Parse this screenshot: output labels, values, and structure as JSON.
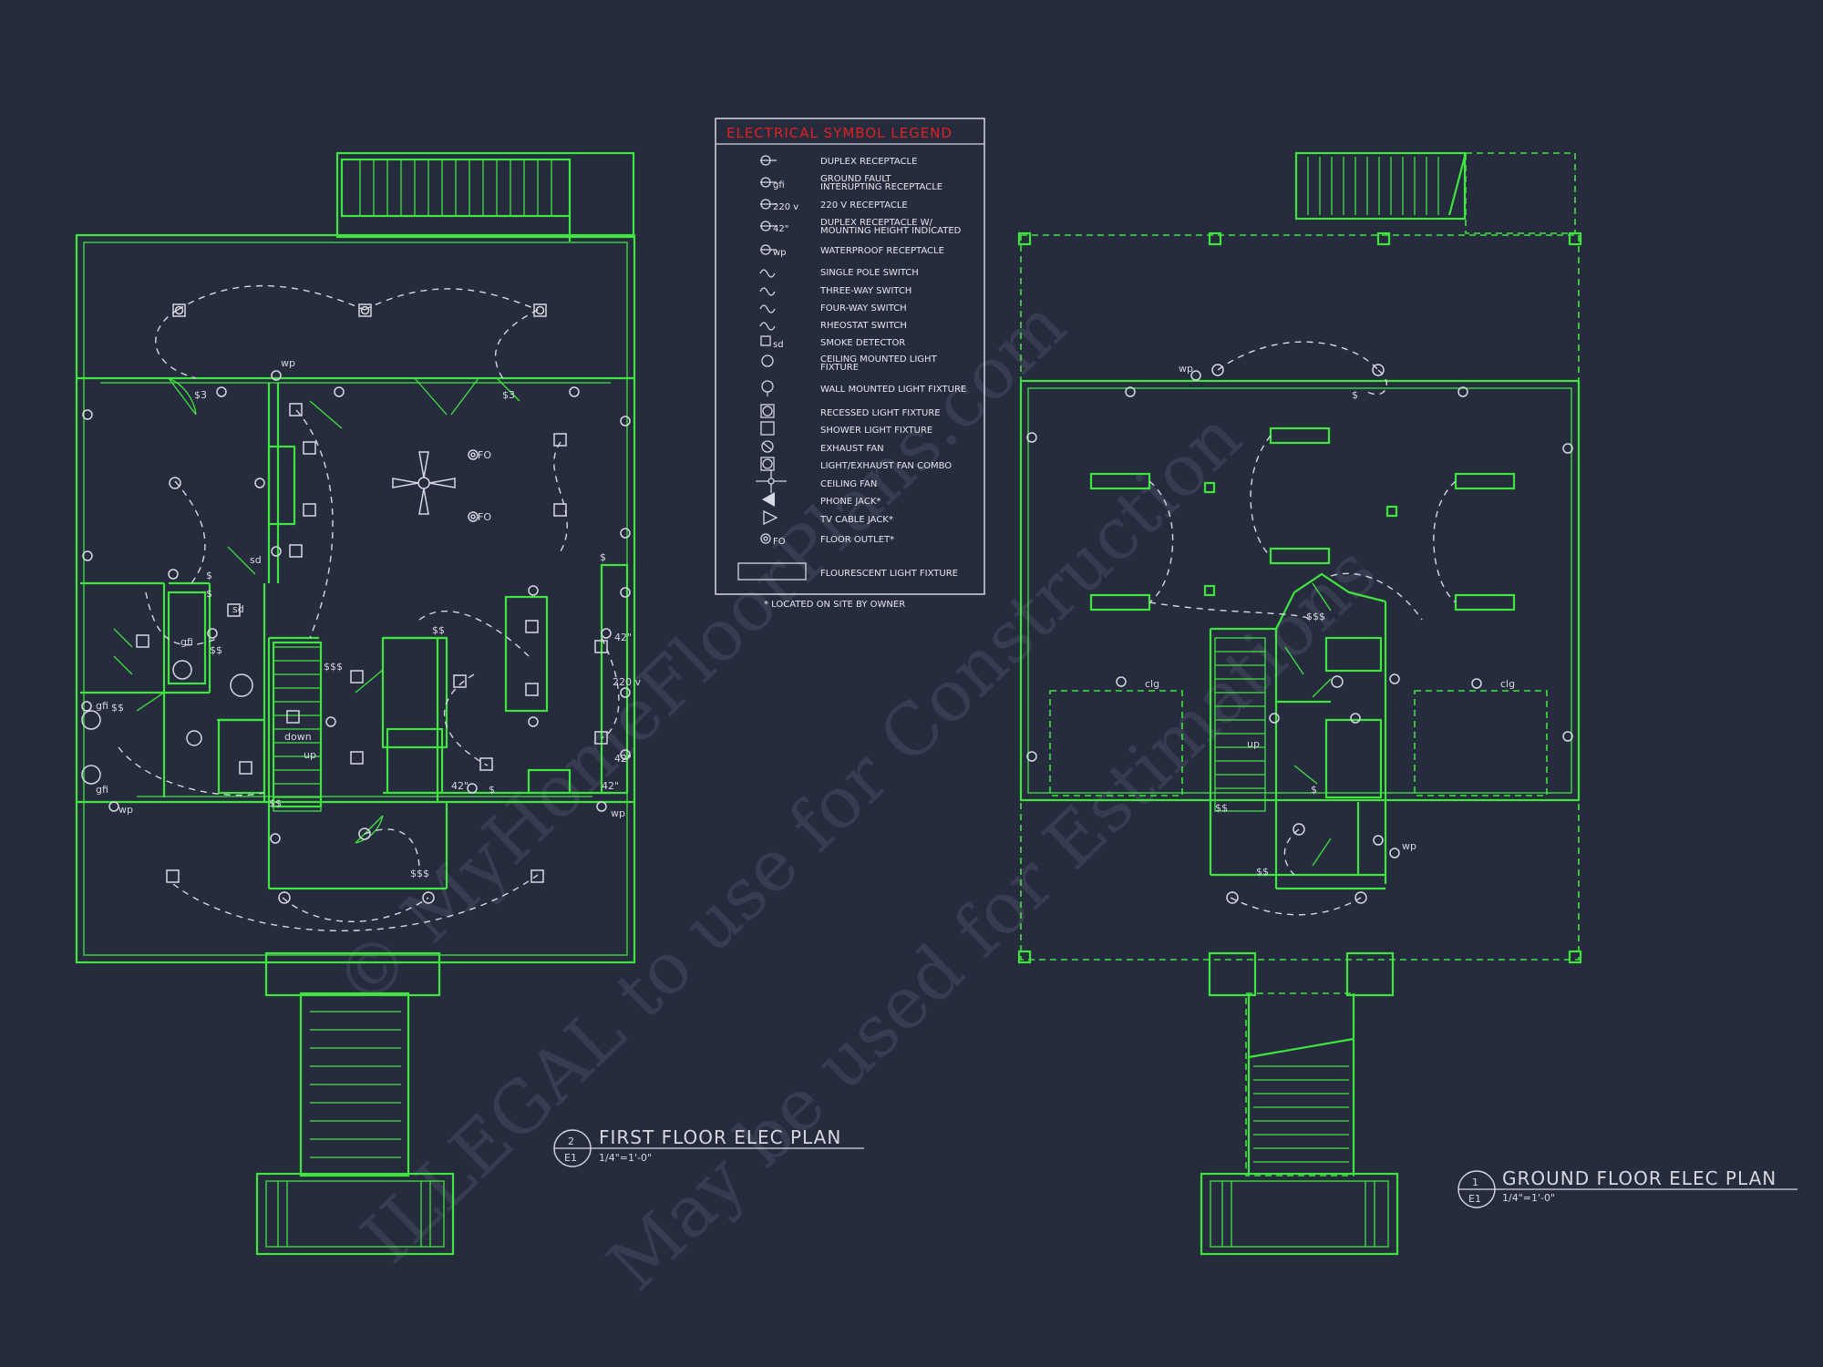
{
  "legend": {
    "title": "ELECTRICAL SYMBOL LEGEND",
    "items": [
      {
        "icon": "duplex-receptacle-icon",
        "label": "DUPLEX RECEPTACLE"
      },
      {
        "icon": "gfi-receptacle-icon",
        "sub": "gfi",
        "label": "GROUND FAULT INTERUPTING RECEPTACLE"
      },
      {
        "icon": "receptacle-220v-icon",
        "sub": "220 v",
        "label": "220 V RECEPTACLE"
      },
      {
        "icon": "receptacle-height-icon",
        "sub": "42\"",
        "label": "DUPLEX RECEPTACLE W/ MOUNTING HEIGHT INDICATED"
      },
      {
        "icon": "waterproof-receptacle-icon",
        "sub": "wp",
        "label": "WATERPROOF RECEPTACLE"
      },
      {
        "icon": "single-pole-switch-icon",
        "label": "SINGLE POLE SWITCH"
      },
      {
        "icon": "three-way-switch-icon",
        "label": "THREE-WAY SWITCH"
      },
      {
        "icon": "four-way-switch-icon",
        "label": "FOUR-WAY SWITCH"
      },
      {
        "icon": "rheostat-switch-icon",
        "label": "RHEOSTAT SWITCH"
      },
      {
        "icon": "smoke-detector-icon",
        "sub": "sd",
        "label": "SMOKE DETECTOR"
      },
      {
        "icon": "ceiling-light-icon",
        "label": "CEILING MOUNTED LIGHT FIXTURE"
      },
      {
        "icon": "wall-light-icon",
        "label": "WALL MOUNTED LIGHT FIXTURE"
      },
      {
        "icon": "recessed-light-icon",
        "label": "RECESSED LIGHT FIXTURE"
      },
      {
        "icon": "shower-light-icon",
        "label": "SHOWER LIGHT FIXTURE"
      },
      {
        "icon": "exhaust-fan-icon",
        "label": "EXHAUST FAN"
      },
      {
        "icon": "light-exhaust-combo-icon",
        "label": "LIGHT/EXHAUST FAN COMBO"
      },
      {
        "icon": "ceiling-fan-icon",
        "label": "CEILING FAN"
      },
      {
        "icon": "phone-jack-icon",
        "label": "PHONE JACK*"
      },
      {
        "icon": "tv-jack-icon",
        "label": "TV CABLE JACK*"
      },
      {
        "icon": "floor-outlet-icon",
        "sub": "FO",
        "label": "FLOOR OUTLET*"
      },
      {
        "icon": "fluorescent-light-icon",
        "label": "FLOURESCENT LIGHT FIXTURE"
      }
    ],
    "footnote": "* LOCATED ON SITE BY OWNER"
  },
  "plans": [
    {
      "id": "first",
      "number": "2",
      "sheet": "E1",
      "title": "FIRST FLOOR ELEC PLAN",
      "scale": "1/4\"=1'-0\""
    },
    {
      "id": "ground",
      "number": "1",
      "sheet": "E1",
      "title": "GROUND FLOOR ELEC PLAN",
      "scale": "1/4\"=1'-0\""
    }
  ],
  "first_floor_labels": {
    "wp": "wp",
    "sd": "sd",
    "fo": "FO",
    "down": "down",
    "up": "up",
    "gfi": "gfi",
    "in42": "42\"",
    "v220": "220 v",
    "s3": "$3",
    "s": "$",
    "ss": "$$",
    "sss": "$$$"
  },
  "ground_floor_labels": {
    "wp": "wp",
    "clg": "clg",
    "up": "up",
    "s": "$",
    "ss": "$$",
    "sss": "$$$"
  },
  "watermark": {
    "line1": "© MyHomeFloorPlans.com",
    "line2": "ILLEGAL to use for Construction",
    "line3": "May be used for Estimations"
  },
  "colors": {
    "background": "#262b3e",
    "linework": "#3ee63e",
    "annotation": "#d6d8e0",
    "legend_title": "#e02020"
  }
}
